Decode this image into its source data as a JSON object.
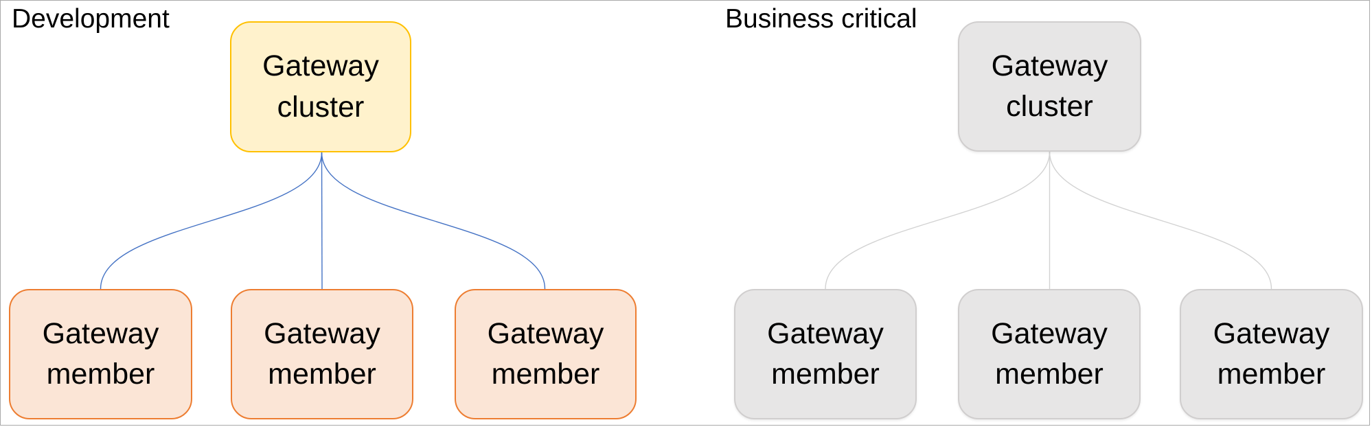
{
  "diagram": {
    "kind": "gateway-cluster-topology",
    "frame_border_color": "#A9A9A9",
    "text_color": "#000000",
    "panels": [
      {
        "title": "Development",
        "cluster": {
          "label": "Gateway cluster",
          "fill": "#FFF2CC",
          "border": "#FFC000"
        },
        "members": [
          {
            "label": "Gateway member"
          },
          {
            "label": "Gateway member"
          },
          {
            "label": "Gateway member"
          }
        ],
        "member_style": {
          "fill": "#FBE5D6",
          "border": "#ED7D31"
        },
        "connector_color": "#4472C4"
      },
      {
        "title": "Business critical",
        "cluster": {
          "label": "Gateway cluster",
          "fill": "#E7E6E6",
          "border": "#D0CECE"
        },
        "members": [
          {
            "label": "Gateway member"
          },
          {
            "label": "Gateway member"
          },
          {
            "label": "Gateway member"
          }
        ],
        "member_style": {
          "fill": "#E7E6E6",
          "border": "#D0CECE"
        },
        "connector_color": "#D2D2D2"
      }
    ]
  }
}
